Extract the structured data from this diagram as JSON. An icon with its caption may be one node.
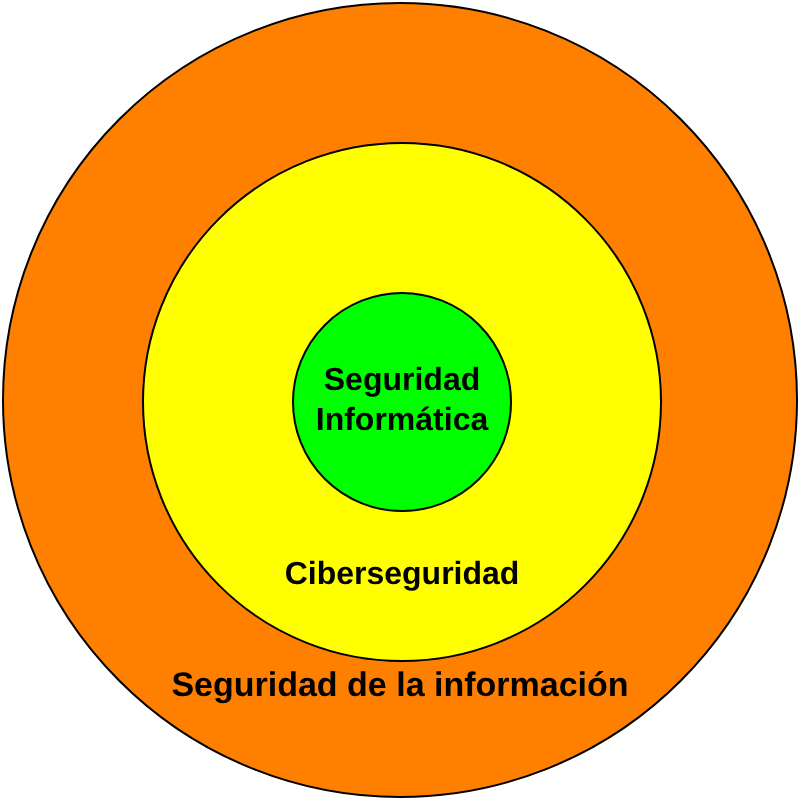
{
  "diagram": {
    "nodes": [
      {
        "text": [
          "Seguridad de la información"
        ]
      },
      {
        "text": [
          "Ciberseguridad"
        ],
        "in": 0
      },
      {
        "text": [
          "Seguridad Informática"
        ],
        "in": 1
      }
    ]
  }
}
